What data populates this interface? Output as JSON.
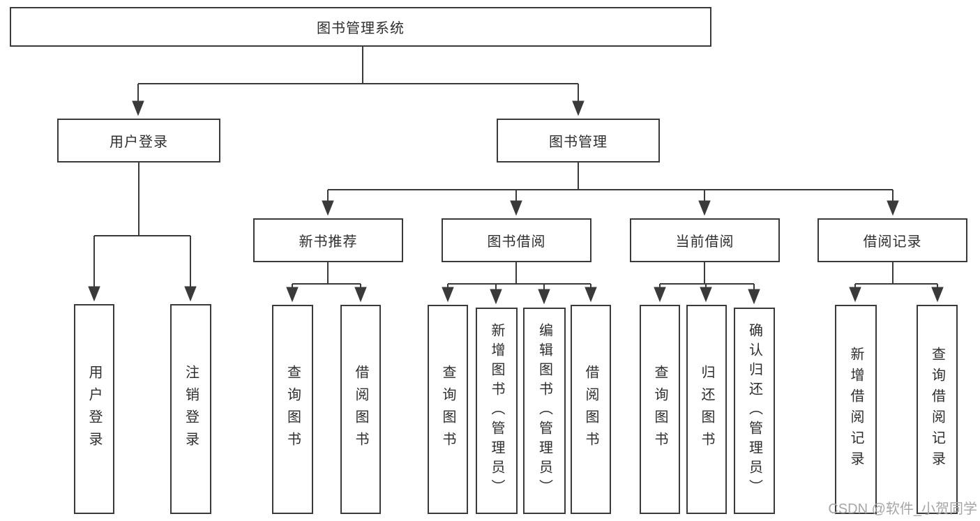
{
  "diagram": {
    "title": "图书管理系统",
    "level2": {
      "user_login": "用户登录",
      "book_management": "图书管理"
    },
    "level3": {
      "new_book_recommend": "新书推荐",
      "book_borrowing": "图书借阅",
      "current_borrowing": "当前借阅",
      "borrow_records": "借阅记录"
    },
    "leaves": {
      "user_login": "用户登录",
      "logout": "注销登录",
      "rec_query_books": "查询图书",
      "rec_borrow_books": "借阅图书",
      "bb_query_books": "查询图书",
      "bb_add_books_admin": "新增图书（管理员）",
      "bb_edit_books_admin": "编辑图书（管理员）",
      "bb_borrow_books": "借阅图书",
      "cb_query_books": "查询图书",
      "cb_return_books": "归还图书",
      "cb_confirm_return_admin": "确认归还（管理员）",
      "br_add_record": "新增借阅记录",
      "br_query_record": "查询借阅记录"
    }
  },
  "watermark": "CSDN @软件_小贺同学",
  "colors": {
    "line": "#3a3a3a",
    "text": "#2e2e2e",
    "watermark": "#a6a6a6",
    "background": "#ffffff"
  }
}
